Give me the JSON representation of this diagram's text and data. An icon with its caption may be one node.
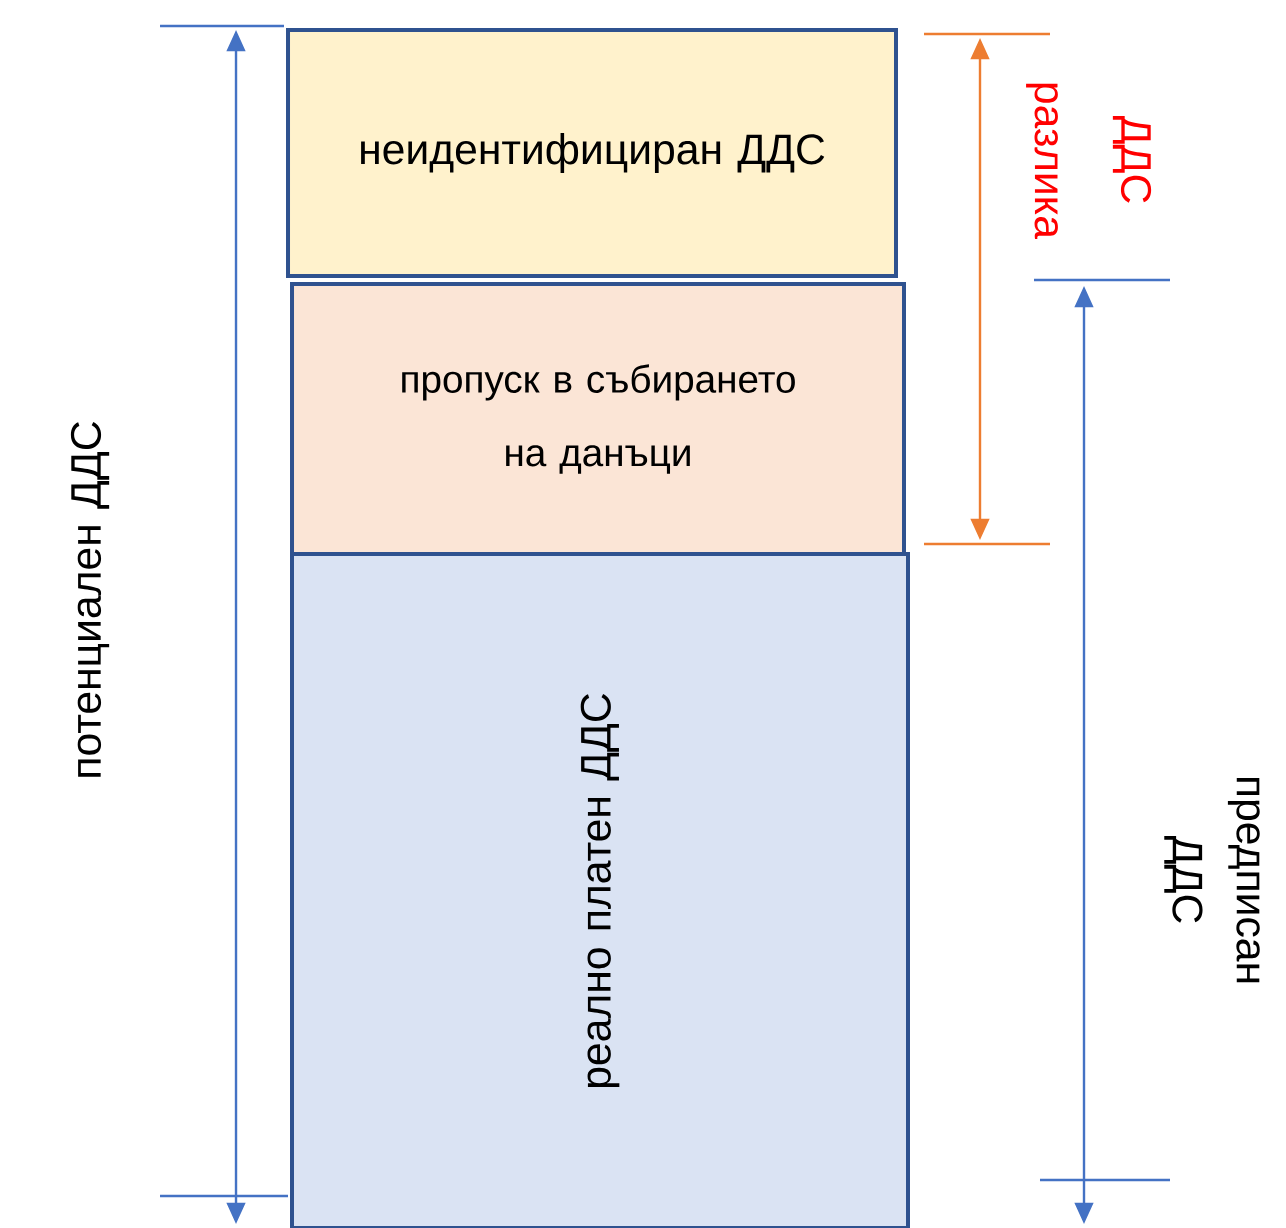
{
  "diagram": {
    "nodes": [
      {
        "text": [
          "неидентифициран ДДС"
        ]
      },
      {
        "text": [
          "пропуск в събирането на данъци"
        ]
      },
      {
        "text": [
          "реално платен ДДС"
        ]
      }
    ],
    "labels": [
      "потенциален ДДС",
      "разлика",
      "ДДС",
      "предписан ДДС"
    ]
  }
}
